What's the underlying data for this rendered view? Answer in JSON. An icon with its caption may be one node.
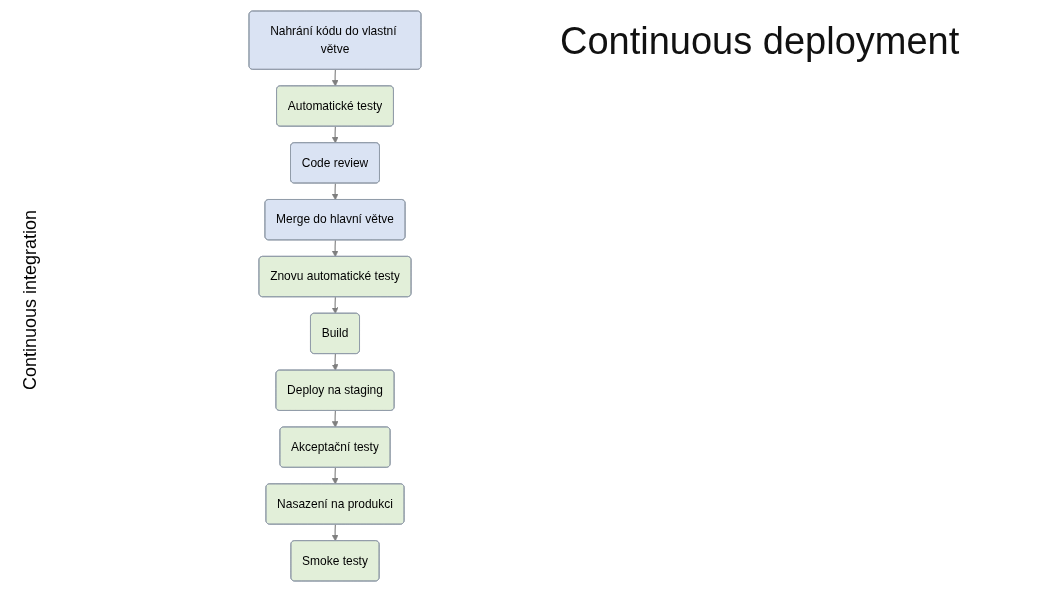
{
  "diagram": {
    "title": "Continuous deployment",
    "nodes": [
      {
        "text": [
          "Nahrání kódu do vlastní větve"
        ]
      },
      {
        "text": [
          "Automatické testy"
        ]
      },
      {
        "text": [
          "Code review"
        ]
      },
      {
        "text": [
          "Merge do hlavní větve"
        ]
      },
      {
        "text": [
          "Znovu automatické testy"
        ]
      },
      {
        "text": [
          "Build"
        ]
      },
      {
        "text": [
          "Deploy na staging"
        ]
      },
      {
        "text": [
          "Akceptační testy"
        ]
      },
      {
        "text": [
          "Nasazení na produkci"
        ]
      },
      {
        "text": [
          "Smoke testy"
        ]
      }
    ],
    "edges": [
      {
        "from": 0,
        "to": 1,
        "arrow": "to"
      },
      {
        "from": 1,
        "to": 2,
        "arrow": "to"
      },
      {
        "from": 2,
        "to": 3,
        "arrow": "to"
      },
      {
        "from": 3,
        "to": 4,
        "arrow": "to"
      },
      {
        "from": 4,
        "to": 5,
        "arrow": "to"
      },
      {
        "from": 5,
        "to": 6,
        "arrow": "to"
      },
      {
        "from": 6,
        "to": 7,
        "arrow": "to"
      },
      {
        "from": 7,
        "to": 8,
        "arrow": "to"
      },
      {
        "from": 8,
        "to": 9,
        "arrow": "to"
      }
    ],
    "labels": [
      "Continuous integration"
    ]
  }
}
